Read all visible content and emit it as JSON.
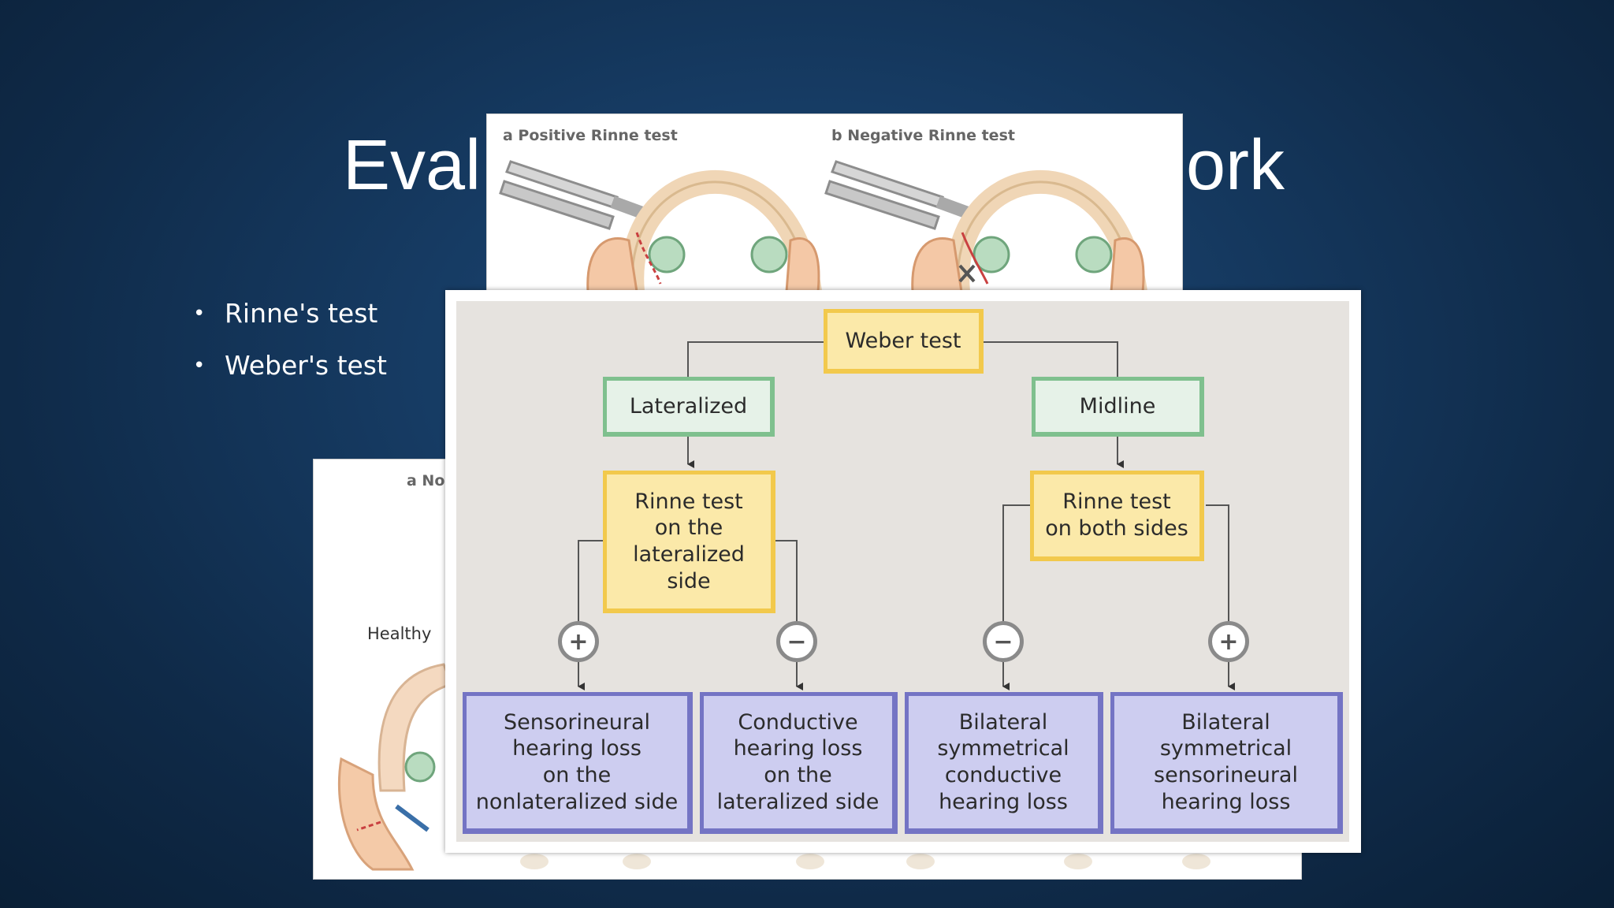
{
  "slide": {
    "title_left": "Eval",
    "title_right": "ork",
    "bullets": [
      "Rinne's test",
      "Weber's test"
    ]
  },
  "top_figure": {
    "panel_a": "a  Positive Rinne test",
    "panel_b": "b  Negative Rinne test"
  },
  "bottom_figure": {
    "panel_a": "a  No",
    "healthy": "Healthy"
  },
  "flowchart": {
    "root": "Weber test",
    "left_branch": "Lateralized",
    "right_branch": "Midline",
    "left_test": "Rinne test\non the\nlateralized\nside",
    "right_test": "Rinne test\non both sides",
    "signs": [
      "+",
      "−",
      "−",
      "+"
    ],
    "outcomes": [
      "Sensorineural\nhearing loss\non the\nnonlateralized side",
      "Conductive\nhearing loss\non the\nlateralized side",
      "Bilateral\nsymmetrical\nconductive\nhearing loss",
      "Bilateral\nsymmetrical\nsensorineural\nhearing loss"
    ]
  },
  "colors": {
    "background": "#163b63",
    "yellow_fill": "#fbe9a9",
    "yellow_border": "#f2c94c",
    "green_fill": "#e6f2e8",
    "green_border": "#7fc08e",
    "purple_fill": "#cdcdf0",
    "purple_border": "#7474c4",
    "flow_bg": "#e6e3df"
  }
}
